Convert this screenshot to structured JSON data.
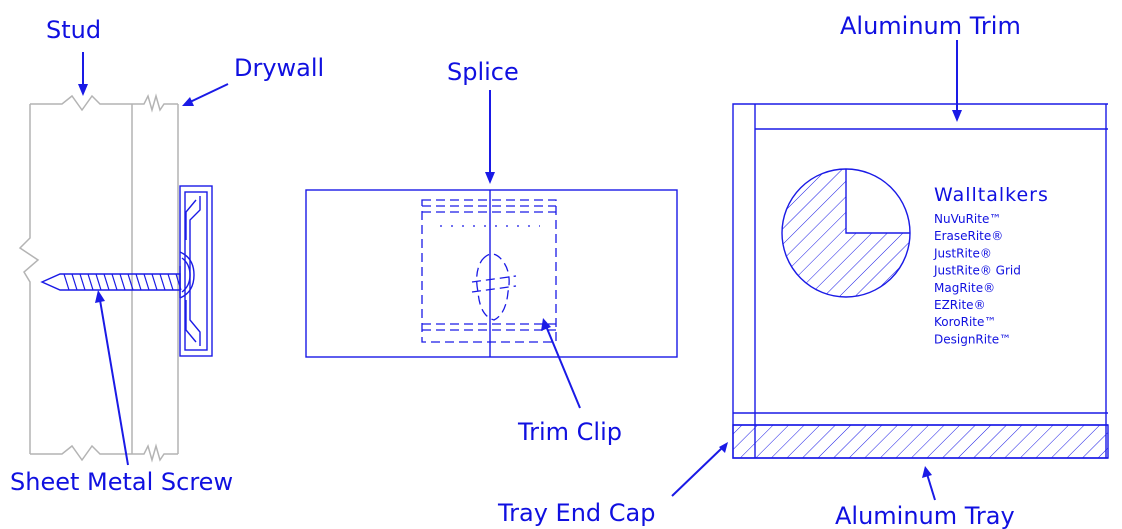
{
  "labels": {
    "stud": "Stud",
    "drywall": "Drywall",
    "sheet_metal_screw": "Sheet Metal Screw",
    "splice": "Splice",
    "trim_clip": "Trim Clip",
    "aluminum_trim": "Aluminum Trim",
    "tray_end_cap": "Tray End Cap",
    "aluminum_tray": "Aluminum Tray"
  },
  "brand_panel": {
    "title": "Walltalkers",
    "products": [
      "NuVuRite™",
      "EraseRite®",
      "JustRite®",
      "JustRite® Grid",
      "MagRite®",
      "EZRite®",
      "KoroRite™",
      "DesignRite™"
    ]
  },
  "colors": {
    "line_blue": "#1a1ae6",
    "text_blue": "#1010e0",
    "wall_gray": "#b4b4b4"
  }
}
